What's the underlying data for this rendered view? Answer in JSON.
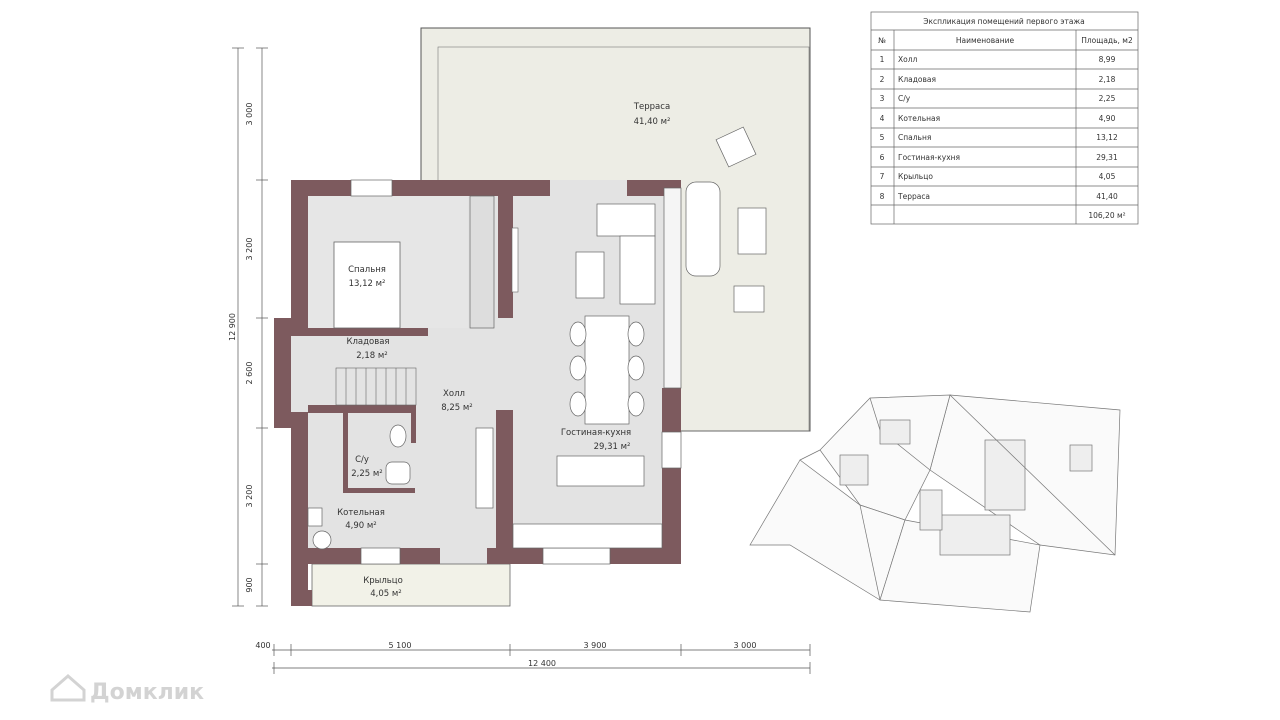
{
  "rooms": [
    {
      "name": "Терраса",
      "area": "41,40 м²"
    },
    {
      "name": "Спальня",
      "area": "13,12 м²"
    },
    {
      "name": "Кладовая",
      "area": "2,18 м²"
    },
    {
      "name": "Холл",
      "area": "8,25 м²"
    },
    {
      "name": "Гостиная-кухня",
      "area": "29,31 м²"
    },
    {
      "name": "С/у",
      "area": "2,25 м²"
    },
    {
      "name": "Котельная",
      "area": "4,90 м²"
    },
    {
      "name": "Крыльцо",
      "area": "4,05 м²"
    }
  ],
  "dimensions": {
    "vertical": [
      "3 000",
      "3 200",
      "2 600",
      "3 200",
      "900"
    ],
    "vertical_total": "12 900",
    "horizontal": [
      "400",
      "5 100",
      "3 900",
      "3 000"
    ],
    "horizontal_total": "12 400"
  },
  "table": {
    "title": "Экспликация помещений первого этажа",
    "headers": [
      "№",
      "Наименование",
      "Площадь, м2"
    ],
    "rows": [
      [
        "1",
        "Холл",
        "8,99"
      ],
      [
        "2",
        "Кладовая",
        "2,18"
      ],
      [
        "3",
        "С/у",
        "2,25"
      ],
      [
        "4",
        "Котельная",
        "4,90"
      ],
      [
        "5",
        "Спальня",
        "13,12"
      ],
      [
        "6",
        "Гостиная-кухня",
        "29,31"
      ],
      [
        "7",
        "Крыльцо",
        "4,05"
      ],
      [
        "8",
        "Терраса",
        "41,40"
      ]
    ],
    "total": "106,20 м²"
  },
  "watermark": "Домклик",
  "colors": {
    "wall": "#7d5a5e",
    "floor": "#e3e3e3",
    "terrace": "#edede5",
    "porch": "#f2f2e8"
  }
}
